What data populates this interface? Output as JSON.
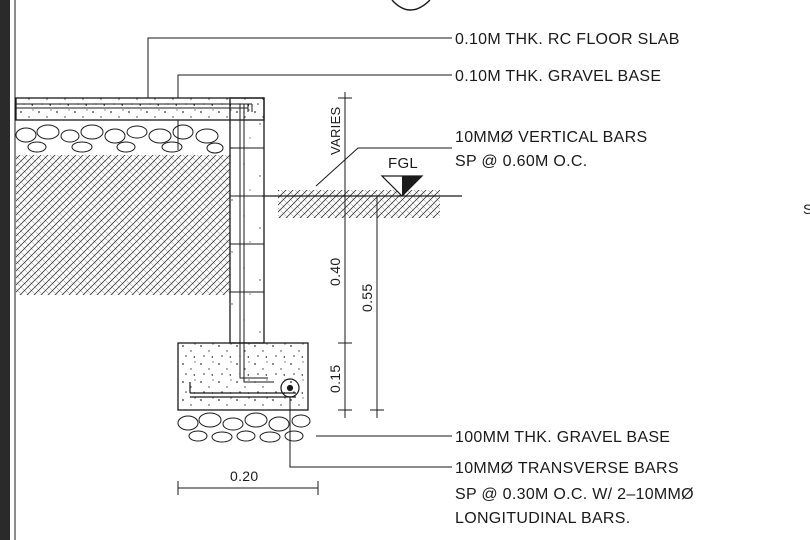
{
  "callouts": {
    "floor_slab": "0.10M THK. RC FLOOR SLAB",
    "gravel_base_top": "0.10M THK. GRAVEL BASE",
    "vertical_bars_line1": "10MMØ VERTICAL BARS",
    "vertical_bars_line2": "SP @ 0.60M O.C.",
    "gravel_base_bottom": "100MM THK. GRAVEL BASE",
    "transverse_bars_line1": "10MMØ TRANSVERSE BARS",
    "transverse_bars_line2": "SP @ 0.30M O.C. W/ 2–10MMØ",
    "transverse_bars_line3": "LONGITUDINAL BARS."
  },
  "dimensions": {
    "varies": "VARIES",
    "wall_height": "0.40",
    "total_depth": "0.55",
    "footing_thickness": "0.15",
    "footing_width": "0.20"
  },
  "grade_label": "FGL",
  "edge_fragment": "S"
}
